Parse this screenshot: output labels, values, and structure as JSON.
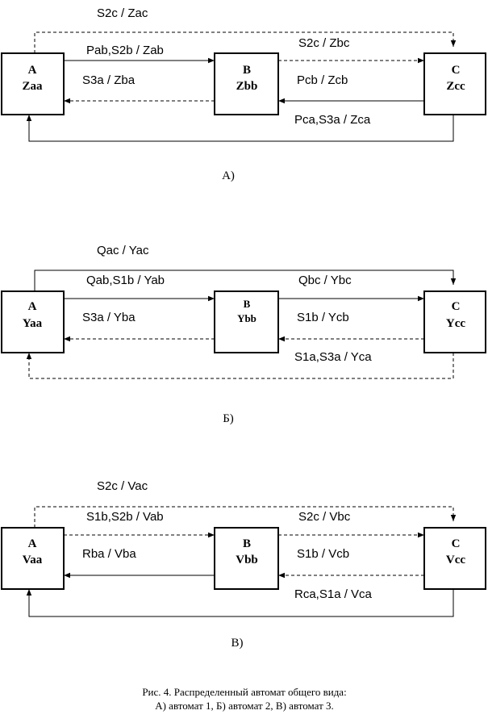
{
  "diagrams": [
    {
      "caption": "А)",
      "boxes": [
        {
          "name": "A",
          "state": "Zaa"
        },
        {
          "name": "B",
          "state": "Zbb"
        },
        {
          "name": "C",
          "state": "Zcc"
        }
      ],
      "arrows": {
        "top_ac": "S2c / Zac",
        "ab": "Pab,S2b / Zab",
        "bc": "S2c / Zbc",
        "ba": "S3a / Zba",
        "cb": "Pcb / Zcb",
        "ca": "Pca,S3a / Zca"
      }
    },
    {
      "caption": "Б)",
      "boxes": [
        {
          "name": "A",
          "state": "Yaa"
        },
        {
          "name": "B",
          "state": "Ybb"
        },
        {
          "name": "C",
          "state": "Ycc"
        }
      ],
      "arrows": {
        "top_ac": "Qac / Yac",
        "ab": "Qab,S1b / Yab",
        "bc": "Qbc / Ybc",
        "ba": "S3a / Yba",
        "cb": "S1b / Ycb",
        "ca": "S1a,S3a / Yca"
      }
    },
    {
      "caption": "В)",
      "boxes": [
        {
          "name": "A",
          "state": "Vaa"
        },
        {
          "name": "B",
          "state": "Vbb"
        },
        {
          "name": "C",
          "state": "Vcc"
        }
      ],
      "arrows": {
        "top_ac": "S2c / Vac",
        "ab": "S1b,S2b / Vab",
        "bc": "S2c / Vbc",
        "ba": "Rba / Vba",
        "cb": "S1b / Vcb",
        "ca": "Rca,S1a / Vca"
      }
    }
  ],
  "figure_caption": {
    "line1": "Рис. 4. Распределенный автомат общего вида:",
    "line2": "А) автомат 1, Б) автомат 2, В) автомат 3."
  }
}
